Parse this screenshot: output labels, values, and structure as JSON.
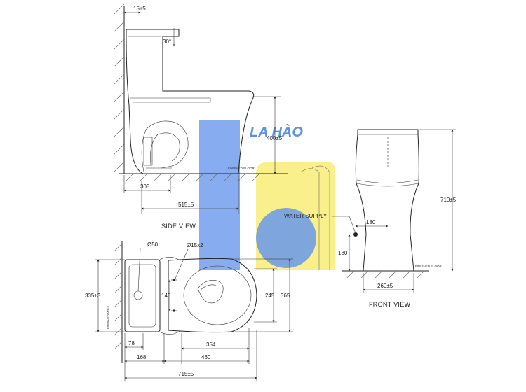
{
  "brand": {
    "name": "LA HÀO",
    "colors": {
      "blue": "#4f86e8",
      "yellow": "#f5e54a",
      "text_blue": "#3f7fe0"
    }
  },
  "side_view": {
    "title": "SIDE VIEW",
    "dims": {
      "top_offset": "15±5",
      "lid_angle": "30°",
      "height": "400±5",
      "outlet": "305",
      "depth": "515±5"
    },
    "floor_label": "FINISHED FLOOR"
  },
  "front_view": {
    "title": "FRONT VIEW",
    "dims": {
      "height": "710±5",
      "supply_x": "180",
      "supply_h": "180",
      "base_width": "260±5"
    },
    "water_supply_label": "WATER SUPPLY",
    "floor_label": "FINISHED FLOOR"
  },
  "top_view": {
    "wall_label": "FINISHED WALL",
    "dims": {
      "tank_width": "335±3",
      "button_dia": "Ø50",
      "bolt_holes": "Ø15x2",
      "hole_spacing": "140",
      "bowl_width": "245",
      "overall_width": "365",
      "wall_offset": "78",
      "outlet": "168",
      "bowl_inner": "354",
      "bowl_length": "460",
      "overall_length": "715±5"
    }
  }
}
